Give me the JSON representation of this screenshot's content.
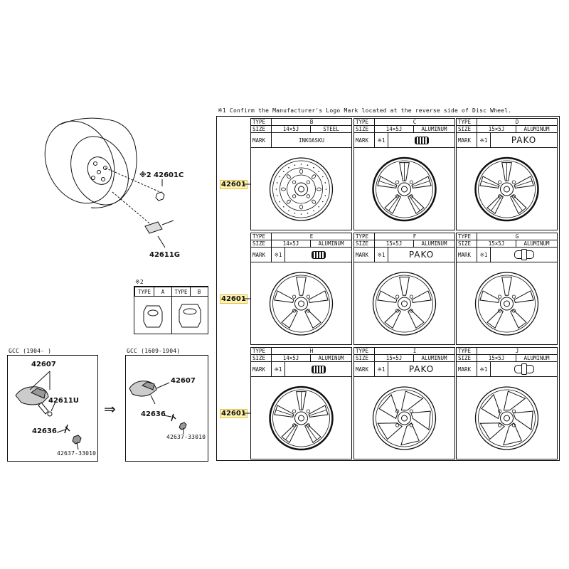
{
  "note": "※1 Confirm the Manufacturer's Logo Mark located at the reverse side of Disc Wheel.",
  "part_label": "42601",
  "header_labels": {
    "type": "TYPE",
    "size": "SIZE",
    "mark": "MARK",
    "ref": "※1"
  },
  "wheels": [
    {
      "type": "B",
      "size": "14×5J",
      "material": "STEEL",
      "mark_text": "INKOASKU",
      "has_ref": false,
      "logo": "text",
      "style": "steel"
    },
    {
      "type": "C",
      "size": "14×5J",
      "material": "ALUMINUM",
      "mark_text": "",
      "has_ref": true,
      "logo": "emblem",
      "style": "split"
    },
    {
      "type": "D",
      "size": "15×5J",
      "material": "ALUMINUM",
      "mark_text": "PAKO",
      "has_ref": true,
      "logo": "big",
      "style": "split"
    },
    {
      "type": "E",
      "size": "14×5J",
      "material": "ALUMINUM",
      "mark_text": "",
      "has_ref": true,
      "logo": "emblem",
      "style": "five"
    },
    {
      "type": "F",
      "size": "15×5J",
      "material": "ALUMINUM",
      "mark_text": "PAKO",
      "has_ref": true,
      "logo": "big",
      "style": "five"
    },
    {
      "type": "G",
      "size": "15×5J",
      "material": "ALUMINUM",
      "mark_text": "",
      "has_ref": true,
      "logo": "shield",
      "style": "five"
    },
    {
      "type": "H",
      "size": "14×5J",
      "material": "ALUMINUM",
      "mark_text": "",
      "has_ref": true,
      "logo": "emblem",
      "style": "split"
    },
    {
      "type": "I",
      "size": "15×5J",
      "material": "ALUMINUM",
      "mark_text": "PAKO",
      "has_ref": true,
      "logo": "big",
      "style": "twist"
    },
    {
      "type": "J",
      "size": "15×5J",
      "material": "ALUMINUM",
      "mark_text": "",
      "has_ref": true,
      "logo": "shield",
      "style": "twist"
    }
  ],
  "top_callouts": {
    "nut": "※2 42601C",
    "valve": "42611G"
  },
  "nut_table": {
    "title": "※2",
    "type": "TYPE",
    "a": "A",
    "b": "B"
  },
  "gcc_left": {
    "title": "GCC (1904-    )",
    "p1": "42607",
    "p2": "42611U",
    "p3": "42636",
    "p4": "42637-33010"
  },
  "gcc_right": {
    "title": "GCC (1609-1904)",
    "p1": "42607",
    "p2": "42636",
    "p3": "42637-33010"
  },
  "arrow": "⇒"
}
